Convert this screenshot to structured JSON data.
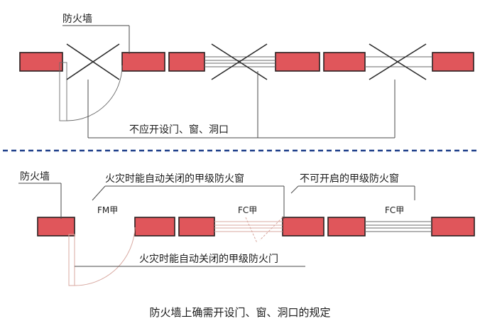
{
  "top": {
    "wall_label": "防火墙",
    "callout": "不应开设门、窗、洞口"
  },
  "bottom": {
    "wall_label": "防火墙",
    "fm_label": "FM甲",
    "fc_label_1": "FC甲",
    "fc_label_2": "FC甲",
    "window_auto_close": "火灾时能自动关闭的甲级防火窗",
    "window_fixed": "不可开启的甲级防火窗",
    "door_auto_close": "火灾时能自动关闭的甲级防火门"
  },
  "caption": "防火墙上确需开设门、窗、洞口的规定",
  "colors": {
    "wall_fill": "#e0565b",
    "divider": "#1f3f8a"
  }
}
